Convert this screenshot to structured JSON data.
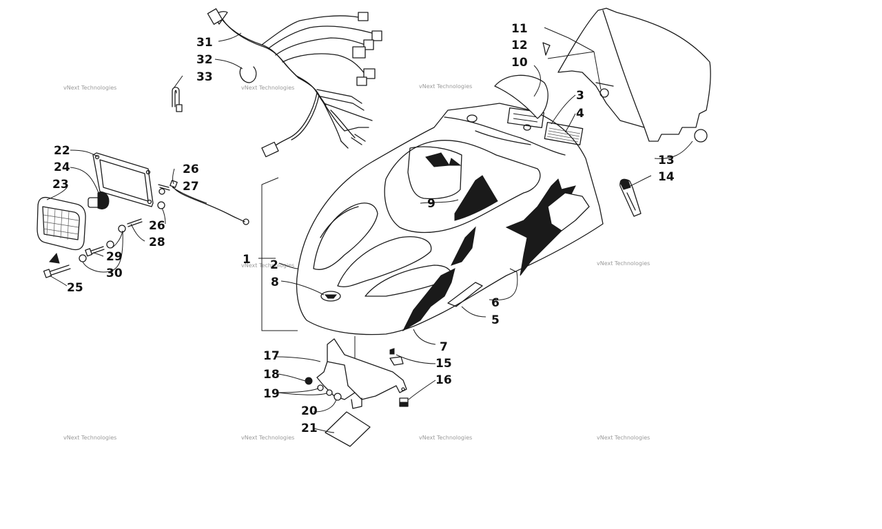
{
  "watermark": "vNext Technologies",
  "callouts": [
    "1",
    "2",
    "3",
    "4",
    "5",
    "6",
    "7",
    "8",
    "9",
    "10",
    "11",
    "12",
    "13",
    "14",
    "15",
    "16",
    "17",
    "18",
    "19",
    "20",
    "21",
    "22",
    "23",
    "24",
    "25",
    "26",
    "27",
    "28",
    "29",
    "30",
    "31",
    "32",
    "33"
  ]
}
